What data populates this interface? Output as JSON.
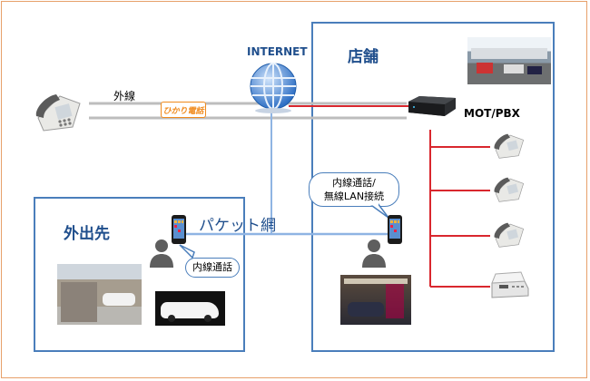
{
  "labels": {
    "internet": "INTERNET",
    "store": "店舗",
    "outside_line": "外線",
    "hikari": "ひかり電話",
    "mot_pbx": "MOT/PBX",
    "remote": "外出先",
    "packet_network": "パケット網",
    "bubble_store_line1": "内線通話/",
    "bubble_store_line2": "無線LAN接続",
    "bubble_remote": "内線通話"
  },
  "colors": {
    "panel_border": "#4a7ebb",
    "outer_border": "#e7a06a",
    "red_line": "#d9272e",
    "network_line": "#8fb4e3",
    "gray_line": "#bdbdbd",
    "hikari_badge": "#f08a1c"
  },
  "icons": {
    "globe": "globe-icon",
    "phone": "desk-phone-icon",
    "fax": "fax-icon",
    "pbx": "pbx-box-icon",
    "person": "person-icon",
    "smartphone": "smartphone-icon"
  }
}
